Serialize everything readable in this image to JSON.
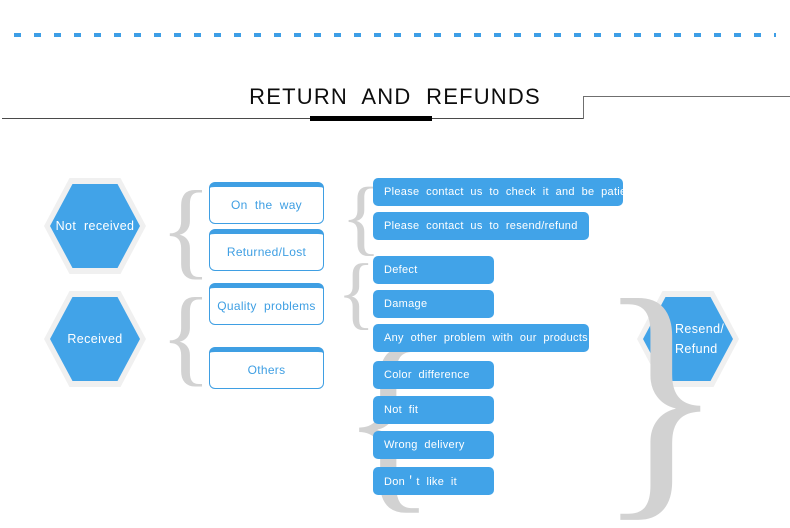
{
  "page": {
    "title": "RETURN  AND  REFUNDS",
    "background": "#ffffff",
    "accent_blue": "#41a3e8",
    "outline_blue": "#3f9fe3",
    "brace_gray": "#d2d2d2",
    "rule_dark": "#000000"
  },
  "decor": {
    "dotted_rule_color": "#3d9ee6",
    "title_underline_color": "#4a4a4a",
    "title_accent_color": "#000000"
  },
  "stages": {
    "not_received": {
      "label": "Not  received"
    },
    "received": {
      "label": "Received"
    },
    "resolution": {
      "line1": "Resend/",
      "line2": "Refund"
    }
  },
  "categories": [
    {
      "id": "on-the-way",
      "label": "On  the  way"
    },
    {
      "id": "returned-lost",
      "label": "Returned/Lost"
    },
    {
      "id": "quality-problems",
      "label": "Quality  problems"
    },
    {
      "id": "others",
      "label": "Others"
    }
  ],
  "actions": [
    {
      "id": "contact-check",
      "label": "Please  contact  us  to  check  it  and  be  patient"
    },
    {
      "id": "contact-resend",
      "label": "Please  contact  us  to  resend/refund"
    }
  ],
  "quality_issues": [
    {
      "id": "defect",
      "label": "Defect"
    },
    {
      "id": "damage",
      "label": "Damage"
    }
  ],
  "other_issues": [
    {
      "id": "any-other",
      "label": "Any  other  problem  with  our  products"
    },
    {
      "id": "color-difference",
      "label": "Color  difference"
    },
    {
      "id": "not-fit",
      "label": "Not  fit"
    },
    {
      "id": "wrong-delivery",
      "label": "Wrong  delivery"
    },
    {
      "id": "dont-like",
      "label": "Don＇t  like  it"
    }
  ],
  "braces": {
    "glyph": "{"
  }
}
